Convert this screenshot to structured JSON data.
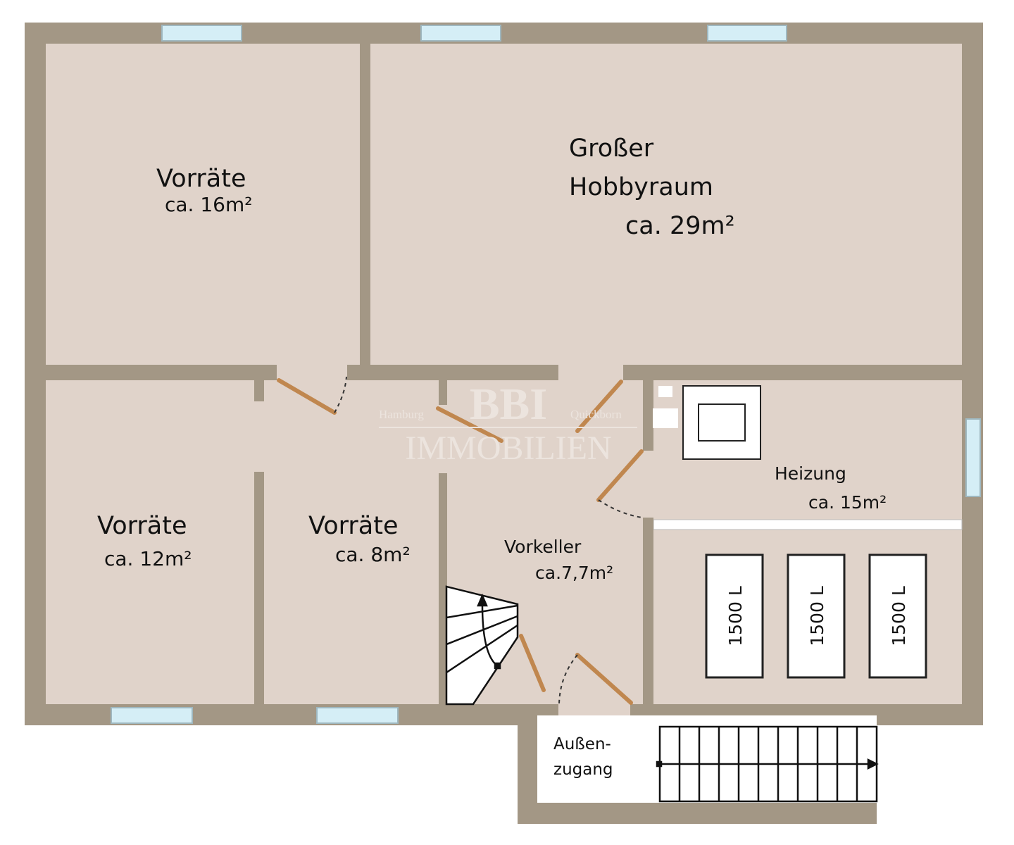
{
  "colors": {
    "wall": "#a39785",
    "floor": "#e0d3ca",
    "window": "#d5eef6",
    "door": "#c0874f"
  },
  "watermark": {
    "brand": "BBI",
    "sub": "IMMOBILIEN",
    "left": "Hamburg",
    "right": "Quickborn"
  },
  "rooms": {
    "vorraete16": {
      "name": "Vorräte",
      "area": "ca. 16m²"
    },
    "hobby": {
      "name1": "Großer",
      "name2": "Hobbyraum",
      "area": "ca. 29m²"
    },
    "vorraete12": {
      "name": "Vorräte",
      "area": "ca. 12m²"
    },
    "vorraete8": {
      "name": "Vorräte",
      "area": "ca. 8m²"
    },
    "vorkeller": {
      "name": "Vorkeller",
      "area": "ca.7,7m²"
    },
    "heizung": {
      "name": "Heizung",
      "area": "ca. 15m²"
    },
    "aussen": {
      "name1": "Außen-",
      "name2": "zugang"
    }
  },
  "tanks": [
    "1500 L",
    "1500 L",
    "1500 L"
  ]
}
